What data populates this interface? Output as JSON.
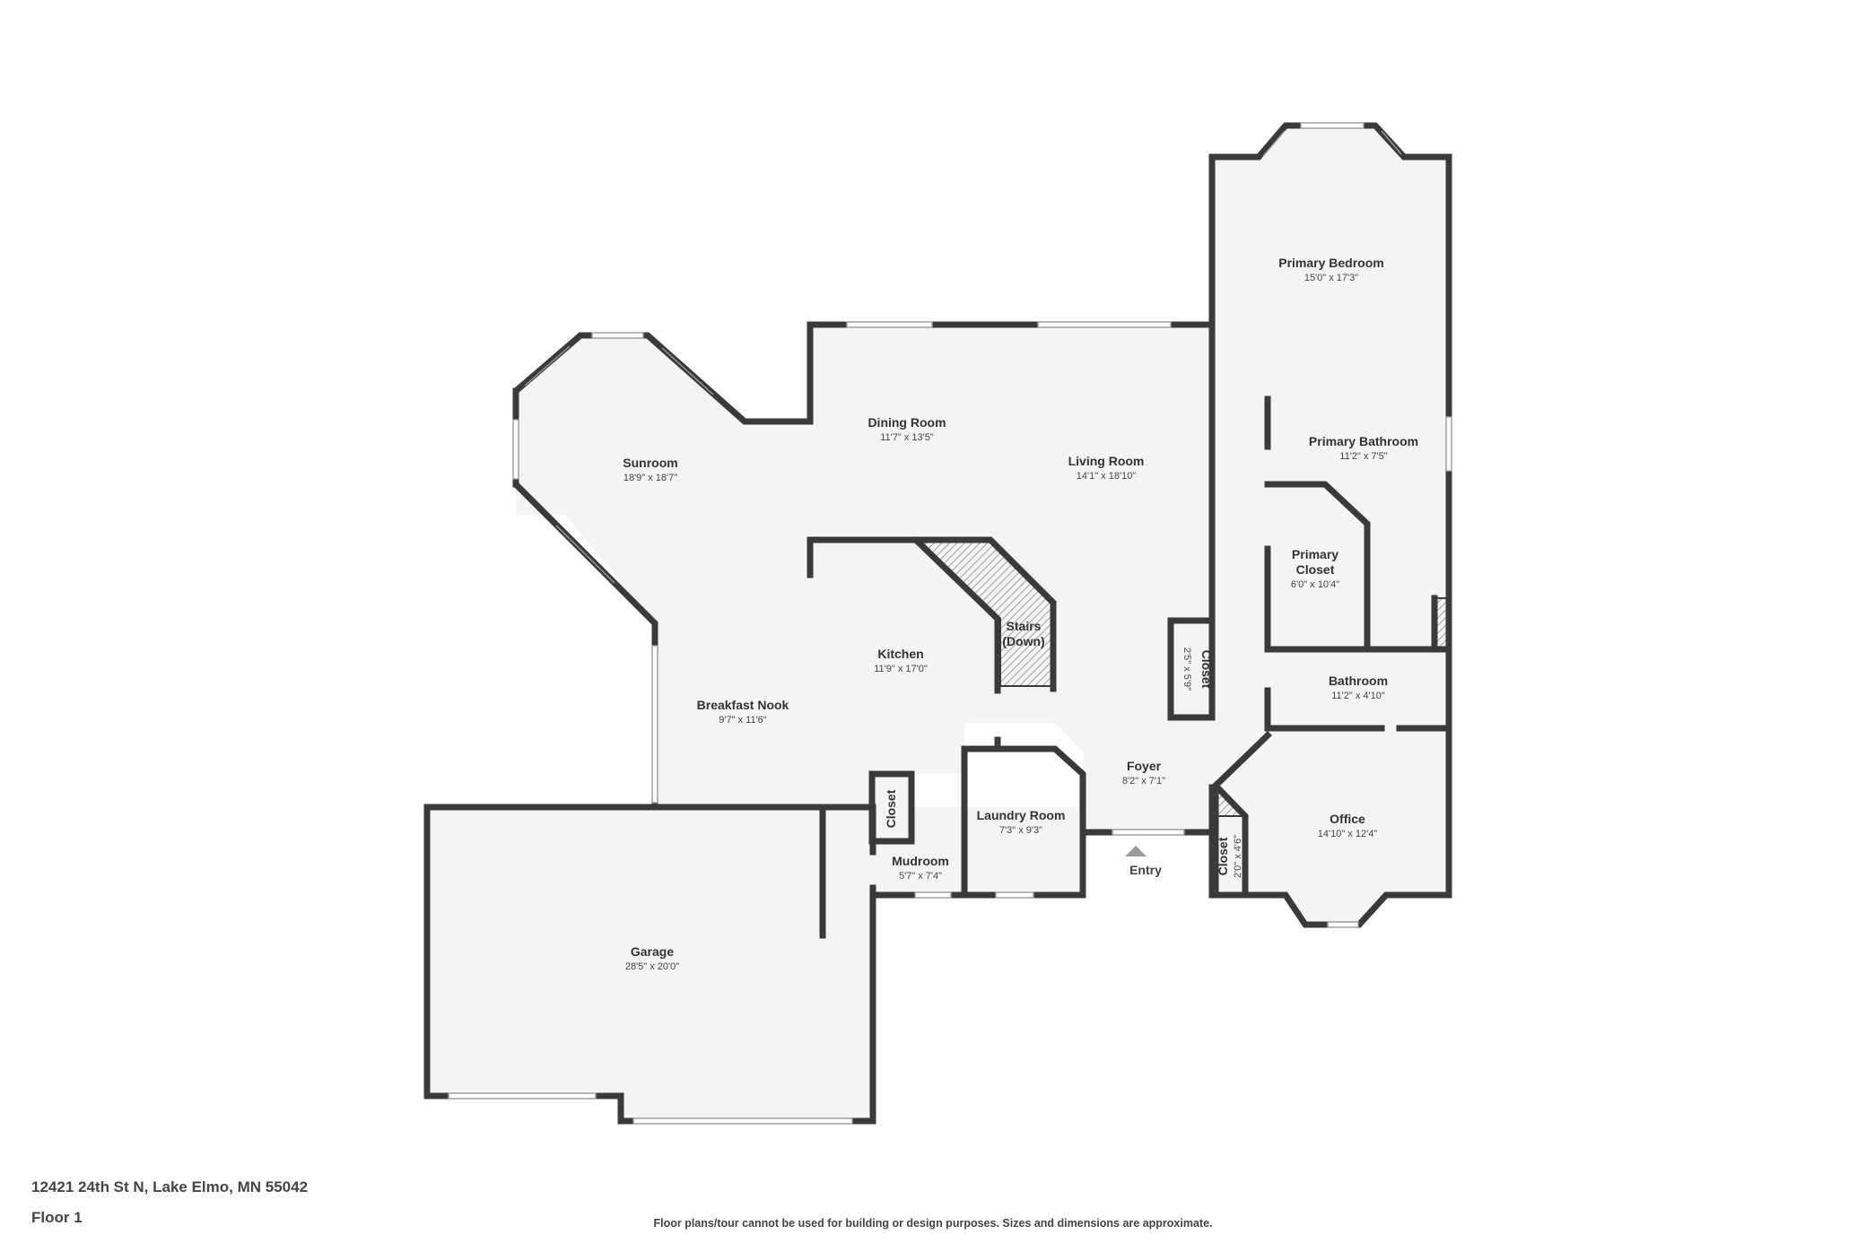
{
  "footer": {
    "address": "12421 24th St N, Lake Elmo, MN 55042",
    "floor": "Floor 1",
    "disclaimer": "Floor plans/tour cannot be used for building or design purposes. Sizes and dimensions are approximate."
  },
  "entry_label": "Entry",
  "rooms": {
    "primary_bedroom": {
      "name": "Primary Bedroom",
      "dim": "15'0\" x 17'3\""
    },
    "primary_bathroom": {
      "name": "Primary Bathroom",
      "dim": "11'2\" x 7'5\""
    },
    "primary_closet": {
      "name_line1": "Primary",
      "name_line2": "Closet",
      "dim": "6'0\" x 10'4\""
    },
    "dining_room": {
      "name": "Dining Room",
      "dim": "11'7\" x 13'5\""
    },
    "living_room": {
      "name": "Living Room",
      "dim": "14'1\" x 18'10\""
    },
    "sunroom": {
      "name": "Sunroom",
      "dim": "18'9\" x 18'7\""
    },
    "kitchen": {
      "name": "Kitchen",
      "dim": "11'9\" x 17'0\""
    },
    "stairs": {
      "name_line1": "Stairs",
      "name_line2": "(Down)"
    },
    "breakfast_nook": {
      "name": "Breakfast Nook",
      "dim": "9'7\" x 11'6\""
    },
    "closet_hall": {
      "name": "Closet",
      "dim": "2'5\" x 5'9\""
    },
    "bathroom": {
      "name": "Bathroom",
      "dim": "11'2\" x 4'10\""
    },
    "foyer": {
      "name": "Foyer",
      "dim": "8'2\" x 7'1\""
    },
    "office": {
      "name": "Office",
      "dim": "14'10\" x 12'4\""
    },
    "closet_office": {
      "name": "Closet",
      "dim": "2'0\" x 4'6\""
    },
    "closet_mud": {
      "name": "Closet"
    },
    "laundry_room": {
      "name": "Laundry Room",
      "dim": "7'3\" x 9'3\""
    },
    "mudroom": {
      "name": "Mudroom",
      "dim": "5'7\" x 7'4\""
    },
    "garage": {
      "name": "Garage",
      "dim": "28'5\" x 20'0\""
    }
  }
}
